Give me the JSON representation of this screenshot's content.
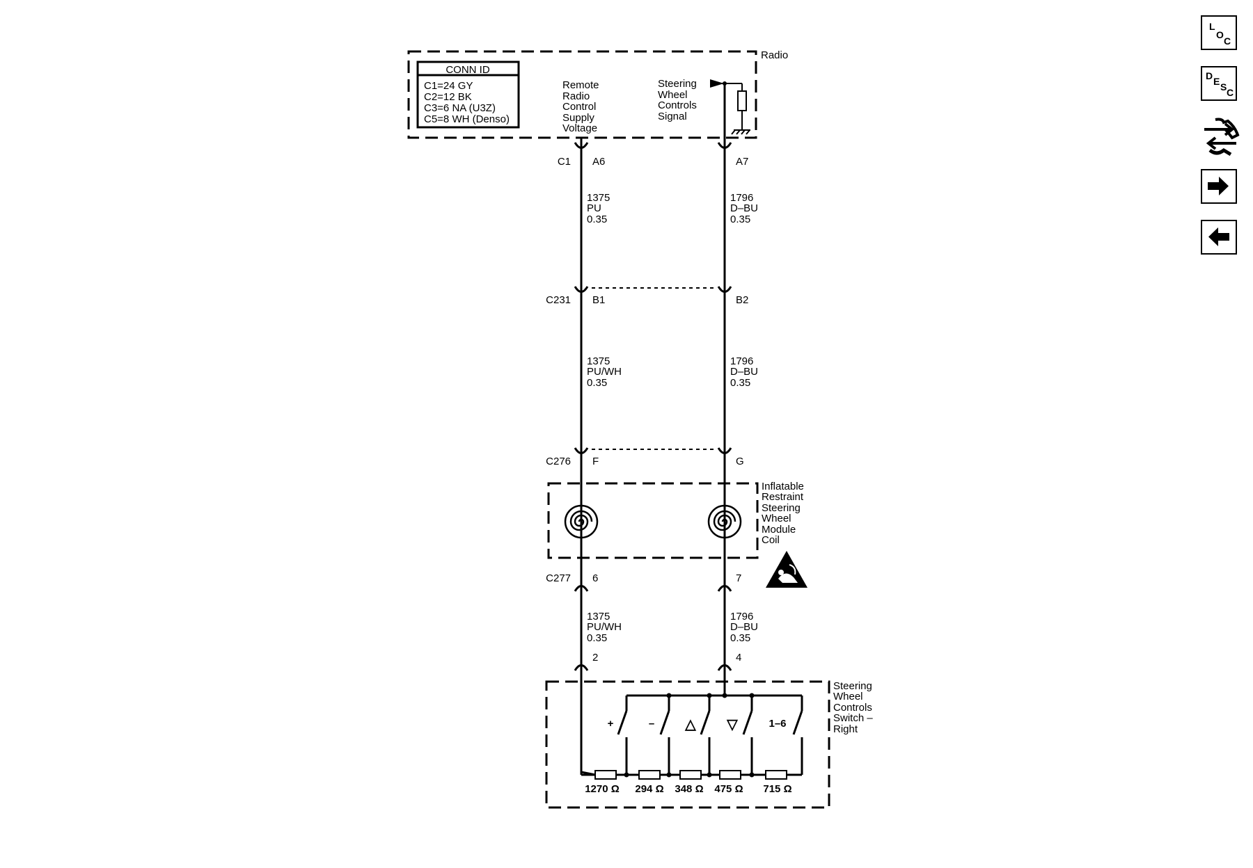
{
  "radio": {
    "label": "Radio",
    "conn_id": {
      "title": "CONN ID",
      "lines": [
        "C1=24 GY",
        "C2=12 BK",
        "C3=6 NA (U3Z)",
        "C5=8 WH (Denso)"
      ]
    },
    "left_terminal": [
      "Remote",
      "Radio",
      "Control",
      "Supply",
      "Voltage"
    ],
    "right_terminal": [
      "Steering",
      "Wheel",
      "Controls",
      "Signal"
    ]
  },
  "connectors": {
    "c1": {
      "name": "C1",
      "left_pin": "A6",
      "right_pin": "A7"
    },
    "c231": {
      "name": "C231",
      "left_pin": "B1",
      "right_pin": "B2"
    },
    "c276": {
      "name": "C276",
      "left_pin": "F",
      "right_pin": "G"
    },
    "c277": {
      "name": "C277",
      "left_pin": "6",
      "right_pin": "7"
    },
    "switch": {
      "left_pin": "2",
      "right_pin": "4"
    }
  },
  "wires": {
    "seg1": {
      "left": [
        "1375",
        "PU",
        "0.35"
      ],
      "right": [
        "1796",
        "D–BU",
        "0.35"
      ]
    },
    "seg2": {
      "left": [
        "1375",
        "PU/WH",
        "0.35"
      ],
      "right": [
        "1796",
        "D–BU",
        "0.35"
      ]
    },
    "seg3": {
      "left": [
        "1375",
        "PU/WH",
        "0.35"
      ],
      "right": [
        "1796",
        "D–BU",
        "0.35"
      ]
    }
  },
  "coil": {
    "label": [
      "Inflatable",
      "Restraint",
      "Steering",
      "Wheel",
      "Module",
      "Coil"
    ]
  },
  "switch": {
    "label": [
      "Steering",
      "Wheel",
      "Controls",
      "Switch –",
      "Right"
    ],
    "buttons": [
      "+",
      "–",
      "△",
      "▽",
      "1–6"
    ],
    "resistors": [
      "1270 Ω",
      "294 Ω",
      "348 Ω",
      "475 Ω",
      "715 Ω"
    ]
  },
  "nav": {
    "loc": [
      "L",
      "O",
      "C"
    ],
    "desc": [
      "D",
      "E",
      "S",
      "C"
    ]
  }
}
